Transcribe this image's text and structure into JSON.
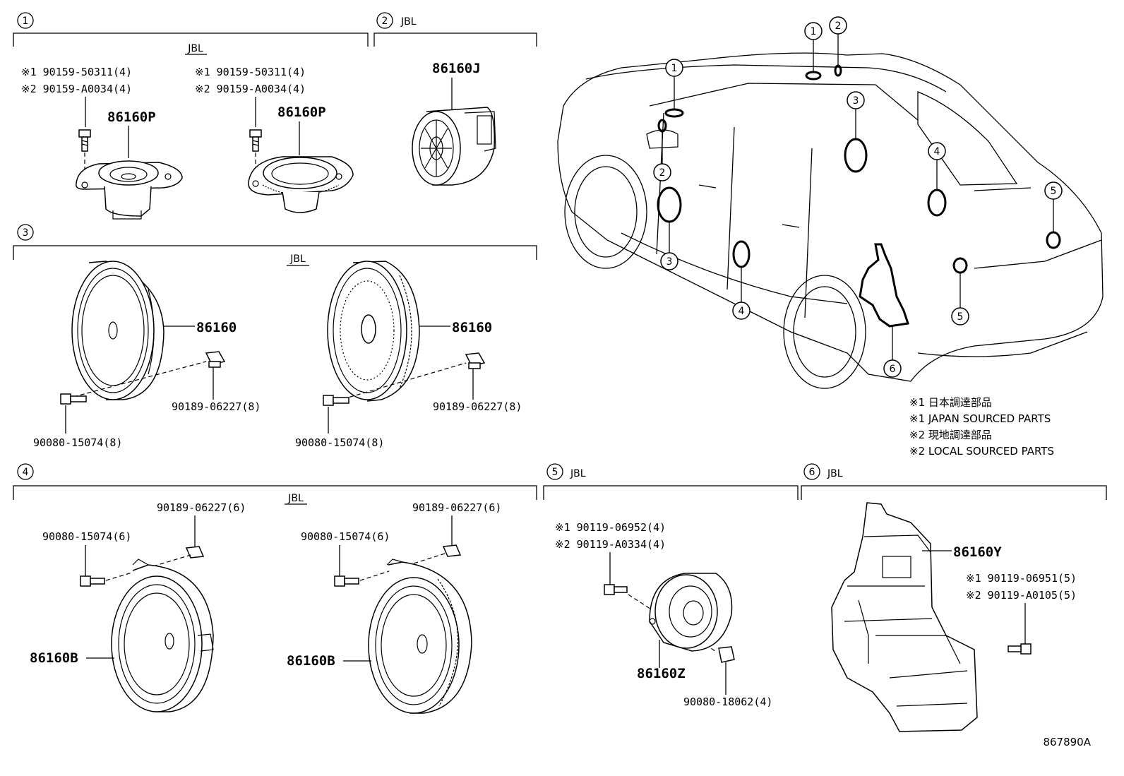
{
  "sections": [
    {
      "num": "1",
      "tag": "",
      "brand": "JBL"
    },
    {
      "num": "2",
      "tag": "JBL"
    },
    {
      "num": "3",
      "tag": "",
      "brand": "JBL"
    },
    {
      "num": "4",
      "tag": "",
      "brand": "JBL"
    },
    {
      "num": "5",
      "tag": "JBL"
    },
    {
      "num": "6",
      "tag": "JBL"
    }
  ],
  "group1": {
    "left": {
      "note1": "※1 90159-50311(4)",
      "note2": "※2 90159-A0034(4)",
      "part": "86160P"
    },
    "right": {
      "note1": "※1 90159-50311(4)",
      "note2": "※2 90159-A0034(4)",
      "part": "86160P"
    }
  },
  "group2": {
    "part": "86160J"
  },
  "group3": {
    "left": {
      "part": "86160",
      "clip": "90189-06227(8)",
      "screw": "90080-15074(8)"
    },
    "right": {
      "part": "86160",
      "clip": "90189-06227(8)",
      "screw": "90080-15074(8)"
    }
  },
  "group4": {
    "left": {
      "part": "86160B",
      "clip": "90189-06227(6)",
      "screw": "90080-15074(6)"
    },
    "right": {
      "part": "86160B",
      "clip": "90189-06227(6)",
      "screw": "90080-15074(6)"
    }
  },
  "group5": {
    "note1": "※1 90119-06952(4)",
    "note2": "※2 90119-A0334(4)",
    "part": "86160Z",
    "clip": "90080-18062(4)"
  },
  "group6": {
    "part": "86160Y",
    "note1": "※1 90119-06951(5)",
    "note2": "※2 90119-A0105(5)"
  },
  "car_callouts": [
    "1",
    "1",
    "2",
    "2",
    "3",
    "3",
    "4",
    "4",
    "5",
    "5",
    "6"
  ],
  "legend": [
    "※1 日本調達部品",
    "※1 JAPAN SOURCED PARTS",
    "※2 現地調達部品",
    "※2 LOCAL SOURCED PARTS"
  ],
  "diagram_id": "867890A"
}
